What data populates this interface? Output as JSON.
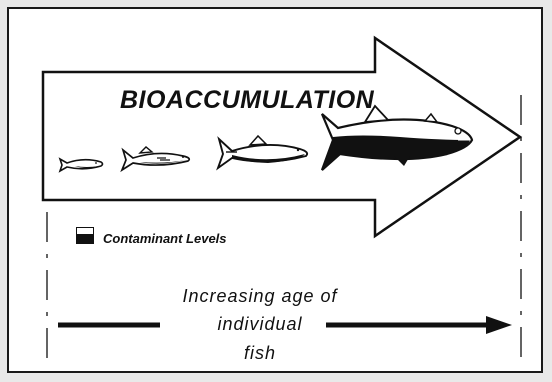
{
  "diagram": {
    "title": "BIOACCUMULATION",
    "legend": {
      "label": "Contaminant Levels",
      "swatch_colors": [
        "#ffffff",
        "#111111"
      ]
    },
    "age_caption": {
      "lines": [
        "Increasing age of",
        "individual",
        "fish"
      ]
    },
    "fish": [
      {
        "name": "smallest-fish",
        "contaminant_fraction": 0.1
      },
      {
        "name": "small-fish",
        "contaminant_fraction": 0.2
      },
      {
        "name": "medium-fish",
        "contaminant_fraction": 0.35
      },
      {
        "name": "large-fish",
        "contaminant_fraction": 0.6
      }
    ]
  },
  "colors": {
    "ink": "#111111",
    "paper": "#ffffff",
    "background": "#e9e9e9"
  }
}
